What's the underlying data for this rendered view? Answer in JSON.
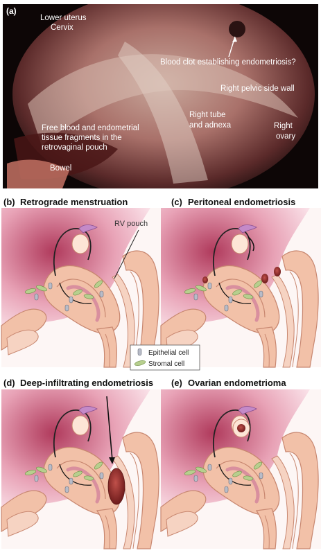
{
  "photo": {
    "letter": "(a)",
    "labels": {
      "lower_uterus": "Lower uterus",
      "cervix": "Cervix",
      "blood_clot": "Blood clot establishing endometriosis?",
      "pelvic_wall": "Right pelvic side wall",
      "right_tube": "Right tube",
      "and_adnexa": "and adnexa",
      "right": "Right",
      "ovary": "ovary",
      "free_blood_1": "Free blood and endometrial",
      "free_blood_2": "tissue fragments in the",
      "free_blood_3": "retrovaginal pouch",
      "bowel": "Bowel"
    }
  },
  "panels": [
    {
      "letter": "(b)",
      "title": "Retrograde menstruation"
    },
    {
      "letter": "(c)",
      "title": "Peritoneal endometriosis"
    },
    {
      "letter": "(d)",
      "title": "Deep-infiltrating endometriosis"
    },
    {
      "letter": "(e)",
      "title": "Ovarian endometrioma"
    }
  ],
  "callouts": {
    "rv_pouch": "RV pouch"
  },
  "legend": {
    "epithelial": "Epithelial cell",
    "stromal": "Stromal cell"
  },
  "colors": {
    "tissue": "#f2c1a8",
    "tissue_outline": "#c88770",
    "cavity": "#e7a7b4",
    "lesion": "#8b2a2a",
    "epithelial": "#b8bcc8",
    "stromal": "#b7cf8e"
  }
}
